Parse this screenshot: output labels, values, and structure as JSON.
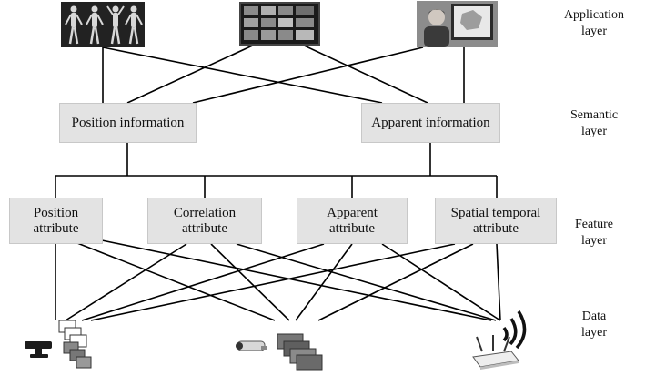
{
  "layers": {
    "application": "Application\nlayer",
    "semantic": "Semantic\nlayer",
    "feature": "Feature\nlayer",
    "data": "Data\nlayer"
  },
  "semantic_nodes": {
    "position": "Position information",
    "apparent": "Apparent information"
  },
  "feature_nodes": {
    "position": "Position\nattribute",
    "correlation": "Correlation\nattribute",
    "apparent": "Apparent\nattribute",
    "spatial_temporal": "Spatial temporal\nattribute"
  },
  "application_images": [
    "body-scan-icon",
    "surveillance-monitor-icon",
    "presenter-screen-icon"
  ],
  "data_sources": [
    "kinect-sensor-icon",
    "camera-icon",
    "wifi-router-icon"
  ],
  "colors": {
    "box_fill": "#e3e3e3",
    "line": "#000000"
  }
}
